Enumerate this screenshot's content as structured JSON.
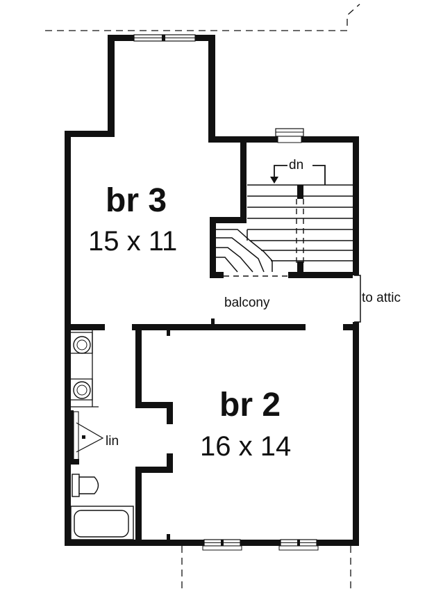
{
  "rooms": {
    "br3": {
      "name": "br 3",
      "size": "15 x 11"
    },
    "br2": {
      "name": "br 2",
      "size": "16 x 14"
    }
  },
  "labels": {
    "stair_direction": "dn",
    "balcony": "balcony",
    "attic": "to attic",
    "linen": "lin"
  }
}
